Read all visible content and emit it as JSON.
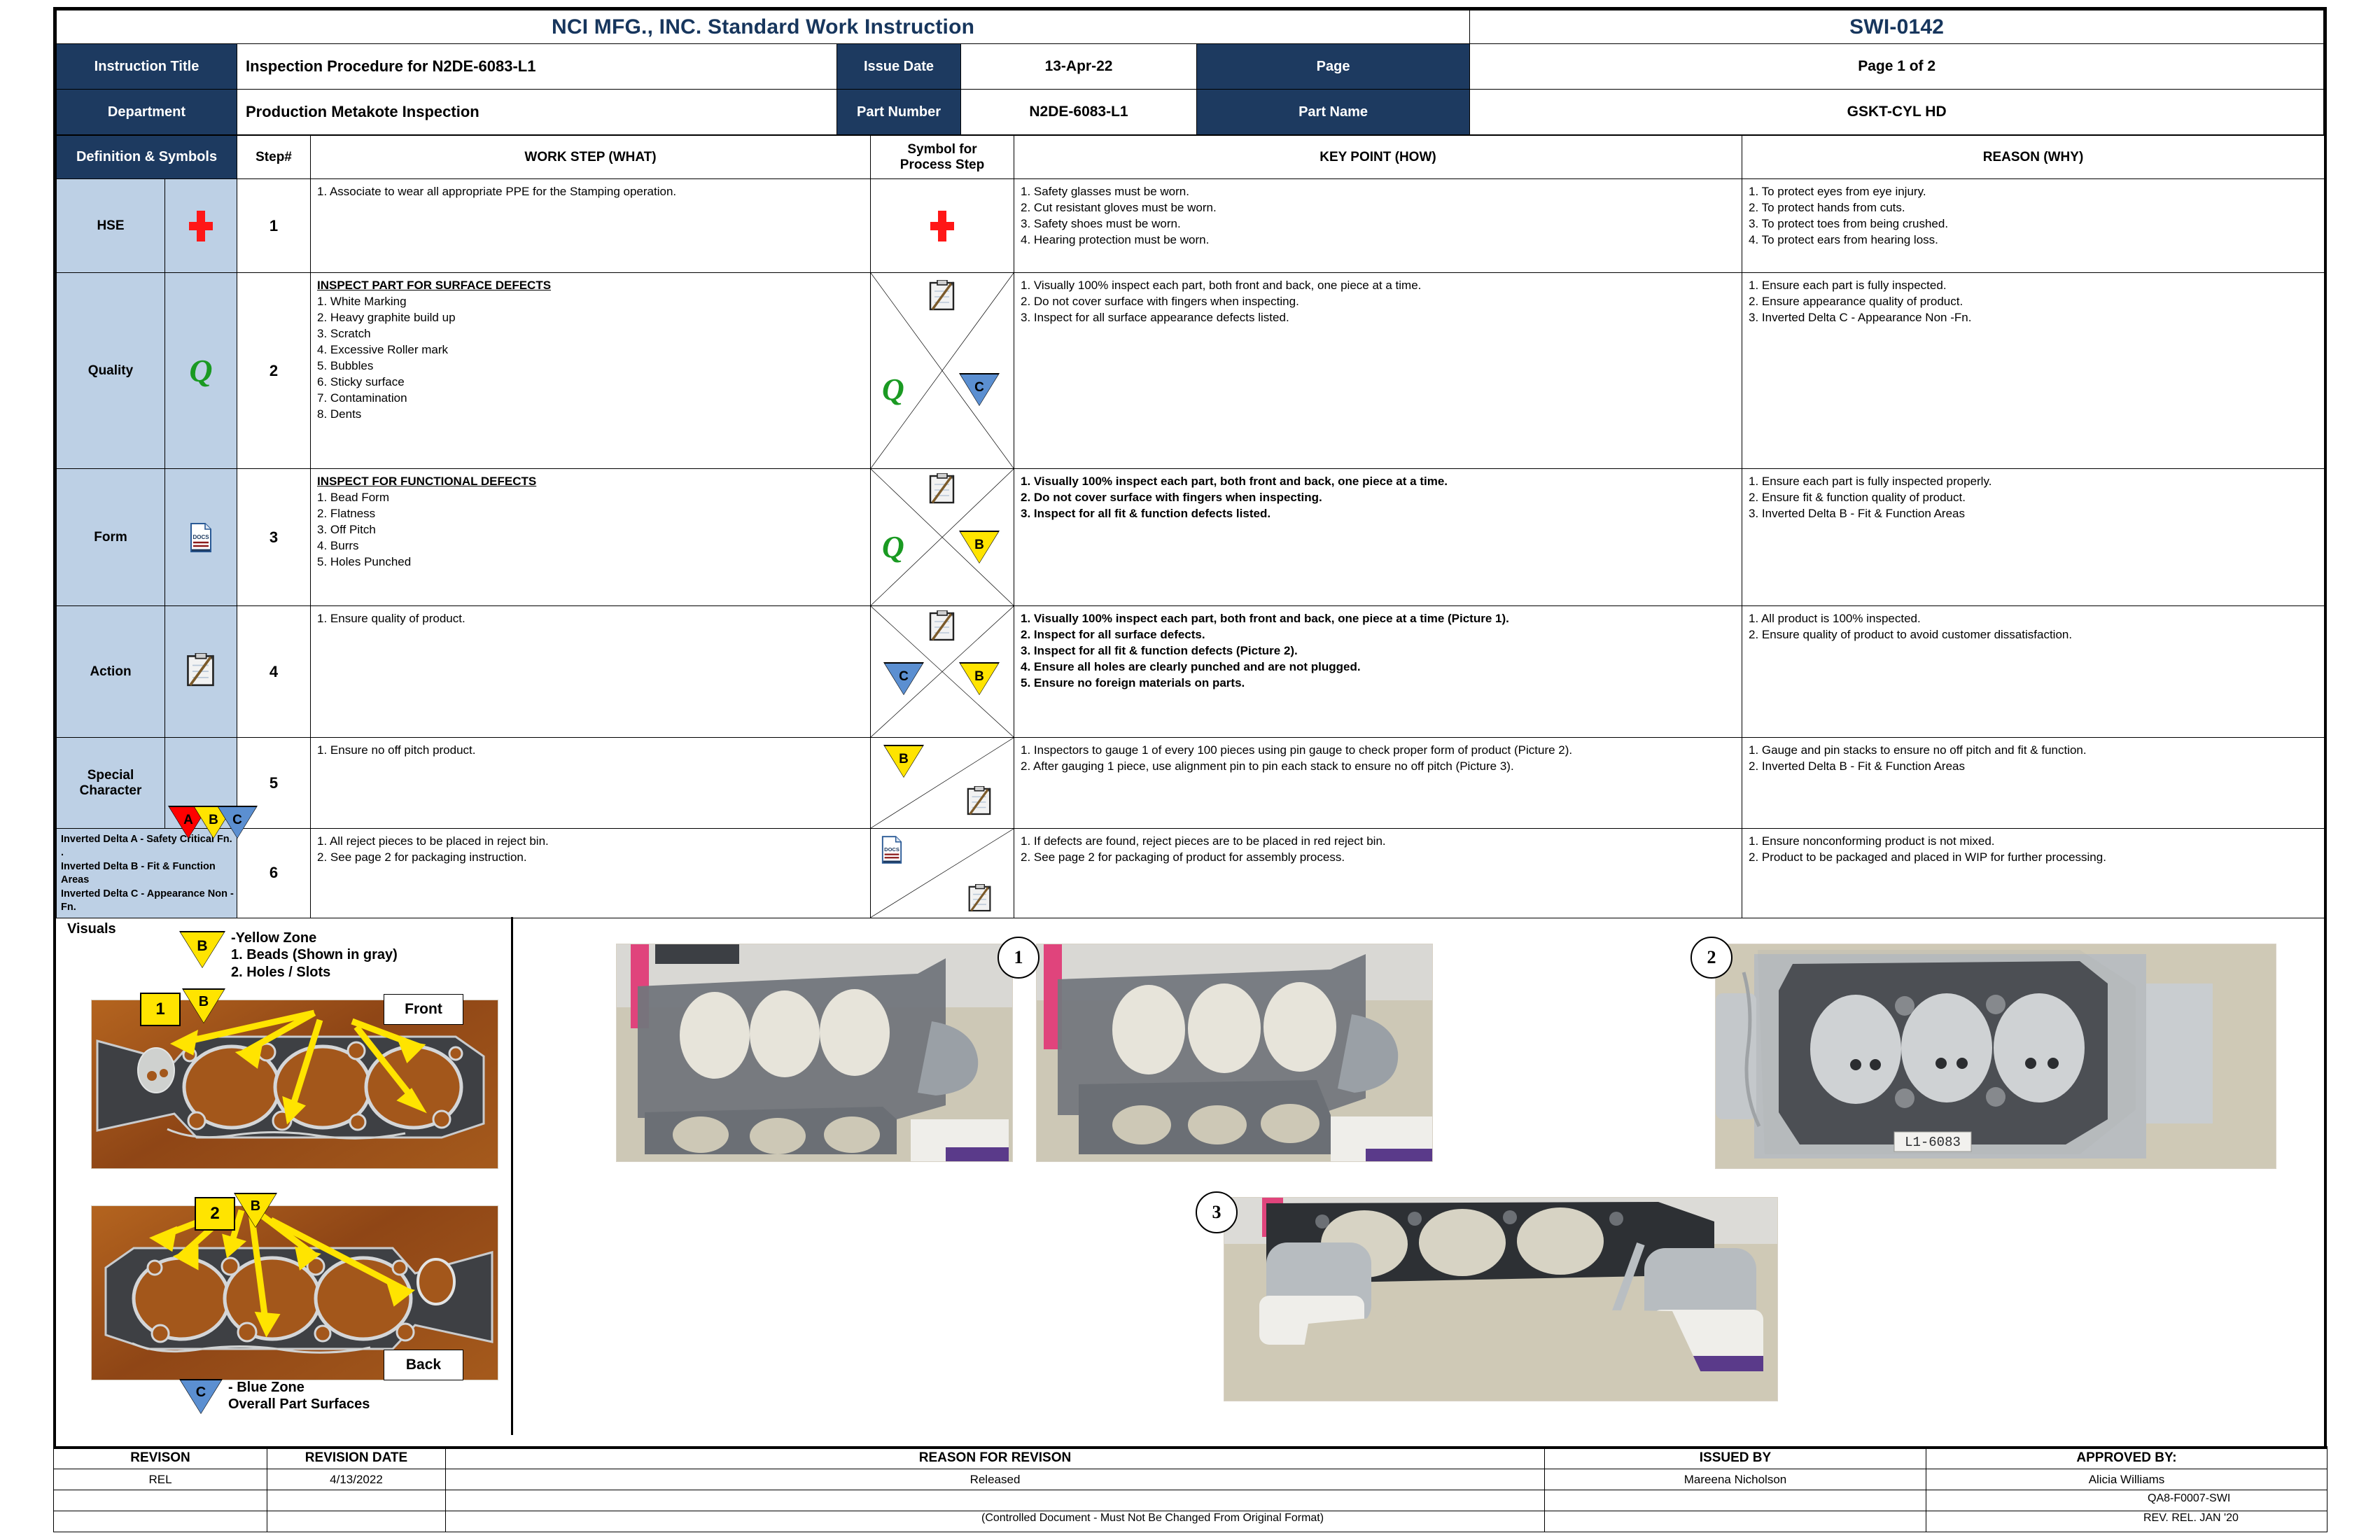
{
  "document": {
    "title": "NCI MFG., INC. Standard Work Instruction",
    "doc_number": "SWI-0142",
    "fields": {
      "instruction_title_label": "Instruction Title",
      "instruction_title_value": "Inspection Procedure for N2DE-6083-L1",
      "issue_date_label": "Issue Date",
      "issue_date_value": "13-Apr-22",
      "page_label": "Page",
      "page_value": "Page 1 of 2",
      "department_label": "Department",
      "department_value": "Production Metakote Inspection",
      "part_number_label": "Part Number",
      "part_number_value": "N2DE-6083-L1",
      "part_name_label": "Part Name",
      "part_name_value": "GSKT-CYL HD"
    },
    "columns": {
      "definition": "Definition & Symbols",
      "step": "Step#",
      "work_step": "WORK STEP (WHAT)",
      "symbol": "Symbol for\nProcess Step",
      "symbol_line1": "Symbol for",
      "symbol_line2": "Process Step",
      "key_point": "KEY POINT (HOW)",
      "reason": "REASON (WHY)"
    }
  },
  "rows": [
    {
      "category": "HSE",
      "step": "1",
      "work_step_heading": "",
      "work_step_lines": [
        "1. Associate to wear all appropriate PPE for the Stamping operation."
      ],
      "key_point_lines": [
        "1. Safety glasses must be worn.",
        "2. Cut resistant gloves must be worn.",
        "3. Safety shoes must be worn.",
        "4. Hearing protection must be worn."
      ],
      "reason_lines": [
        "1. To protect eyes from eye injury.",
        "2. To protect hands from cuts.",
        "3. To protect toes from being crushed.",
        "4. To protect ears from hearing loss."
      ]
    },
    {
      "category": "Quality",
      "step": "2",
      "work_step_heading": "INSPECT PART FOR SURFACE DEFECTS",
      "work_step_lines": [
        "1. White Marking",
        "2. Heavy graphite build up",
        "3. Scratch",
        "4. Excessive Roller mark",
        "5. Bubbles",
        "6. Sticky surface",
        "7. Contamination",
        "8. Dents"
      ],
      "key_point_lines": [
        "1. Visually 100% inspect each part, both front and back, one piece at a time.",
        "2. Do not cover surface with fingers when inspecting.",
        "3. Inspect for all surface appearance defects listed."
      ],
      "reason_lines": [
        "1. Ensure each part is fully inspected.",
        "2. Ensure appearance quality of product.",
        "3. Inverted Delta C  - Appearance Non -Fn."
      ]
    },
    {
      "category": "Form",
      "step": "3",
      "work_step_heading": "INSPECT FOR FUNCTIONAL DEFECTS",
      "work_step_lines": [
        "1. Bead Form",
        "2. Flatness",
        "3. Off Pitch",
        "4. Burrs",
        "5. Holes Punched"
      ],
      "key_point_lines": [
        "1. Visually 100% inspect each part, both front and back, one piece at a time.",
        "2. Do not cover surface with fingers when inspecting.",
        "3. Inspect for all fit & function defects listed."
      ],
      "reason_lines": [
        "1. Ensure each part is fully inspected properly.",
        "2. Ensure fit & function quality of product.",
        "3. Inverted Delta B - Fit & Function Areas"
      ]
    },
    {
      "category": "Action",
      "step": "4",
      "work_step_heading": "",
      "work_step_lines": [
        "1. Ensure quality of product."
      ],
      "key_point_lines": [
        "1. Visually 100% inspect each part, both front and back, one piece at a time (Picture 1).",
        "2. Inspect for all surface defects.",
        "3. Inspect for all fit & function defects (Picture 2).",
        "4. Ensure all holes are clearly punched and are not plugged.",
        "5. Ensure no foreign materials on parts."
      ],
      "reason_lines": [
        "1. All product is 100% inspected.",
        "2. Ensure quality of product to avoid customer dissatisfaction."
      ]
    },
    {
      "category": "Special Character",
      "step": "5",
      "work_step_heading": "",
      "work_step_lines": [
        "1. Ensure no off pitch product."
      ],
      "key_point_lines": [
        "1. Inspectors to gauge 1 of every 100 pieces using pin gauge to check proper form of product (Picture 2).",
        "2. After gauging 1 piece, use alignment pin to pin each stack to ensure no off pitch (Picture 3)."
      ],
      "reason_lines": [
        "1. Gauge and pin stacks to ensure no off pitch and fit & function.",
        "2. Inverted Delta B - Fit & Function Areas"
      ]
    },
    {
      "category": "",
      "step": "6",
      "work_step_heading": "",
      "work_step_lines": [
        "1. All reject pieces to be placed in reject bin.",
        "2. See page 2 for packaging instruction."
      ],
      "key_point_lines": [
        "1. If defects are found, reject pieces are to be placed in red reject bin.",
        "2. See page 2 for packaging of product for assembly process."
      ],
      "reason_lines": [
        "1. Ensure nonconforming product is not mixed.",
        "2. Product to be packaged and placed in WIP for further processing."
      ]
    }
  ],
  "legend": {
    "delta_a": "Inverted Delta A - Safety Critical Fn. .",
    "delta_b": "Inverted Delta B - Fit & Function Areas",
    "delta_c": "Inverted Delta C  - Appearance Non -Fn.",
    "special_chars": [
      "A",
      "B",
      "C"
    ]
  },
  "visuals": {
    "label": "Visuals",
    "yellow_zone_title": "-Yellow Zone",
    "yellow_zone_items": [
      "1. Beads (Shown in gray)",
      "2. Holes / Slots"
    ],
    "yellow_marker": "B",
    "blue_zone_title": "- Blue Zone",
    "blue_zone_sub": "Overall Part Surfaces",
    "blue_marker": "C",
    "front_label": "Front",
    "back_label": "Back",
    "front_callout": "1",
    "back_callout": "2",
    "photo_callouts": [
      "1",
      "2",
      "3"
    ],
    "gauge_plate_label": "L1-6083"
  },
  "revision": {
    "headers": [
      "REVISON",
      "REVISION DATE",
      "REASON FOR REVISON",
      "ISSUED BY",
      "APPROVED BY:"
    ],
    "rows": [
      [
        "REL",
        "4/13/2022",
        "Released",
        "Mareena Nicholson",
        "Alicia Williams"
      ],
      [
        "",
        "",
        "",
        "",
        ""
      ],
      [
        "",
        "",
        "",
        "",
        ""
      ]
    ]
  },
  "footer": {
    "center_note": "(Controlled Document - Must Not Be Changed From Original Format)",
    "form_id": "QA8-F0007-SWI",
    "rev_note": "REV. REL. JAN '20"
  },
  "colors": {
    "navy": "#1d3a60",
    "light_blue": "#bdd0e5",
    "green": "#1a9a22",
    "red": "#ff0000",
    "yellow": "#ffe400",
    "blue_tri": "#5b8fd1"
  }
}
